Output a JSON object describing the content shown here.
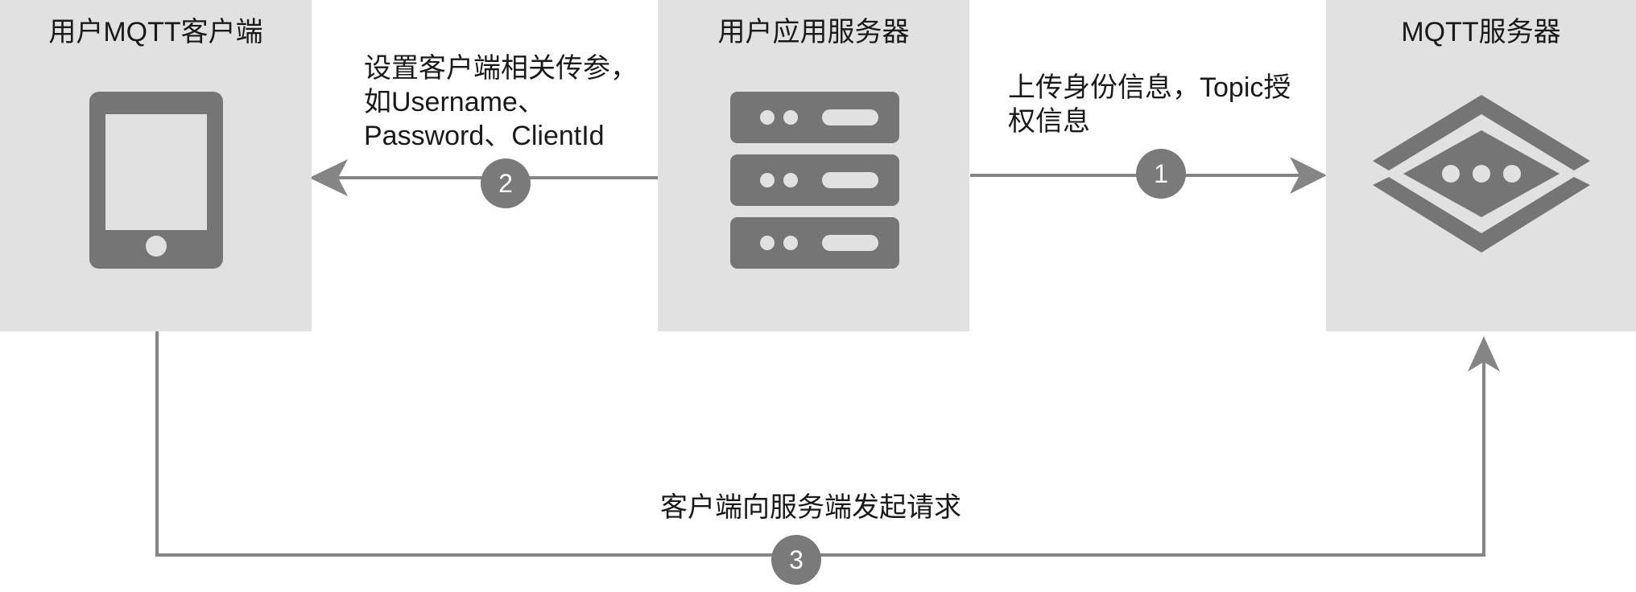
{
  "panels": {
    "client": {
      "title": "用户MQTT客户端",
      "icon": "tablet-icon"
    },
    "app_server": {
      "title": "用户应用服务器",
      "icon": "server-rack-icon"
    },
    "mqtt_server": {
      "title": "MQTT服务器",
      "icon": "mqtt-broker-icon"
    }
  },
  "steps": [
    {
      "number": "1",
      "lines": [
        "上传身份信息，Topic授",
        "权信息"
      ]
    },
    {
      "number": "2",
      "lines": [
        "设置客户端相关传参，",
        "如Username、",
        "Password、ClientId"
      ]
    },
    {
      "number": "3",
      "lines": [
        "客户端向服务端发起请求"
      ]
    }
  ],
  "colors": {
    "panel": "#e1e1e1",
    "icon": "#757575",
    "arrow": "#858585",
    "badge": "#7a7a7a"
  }
}
